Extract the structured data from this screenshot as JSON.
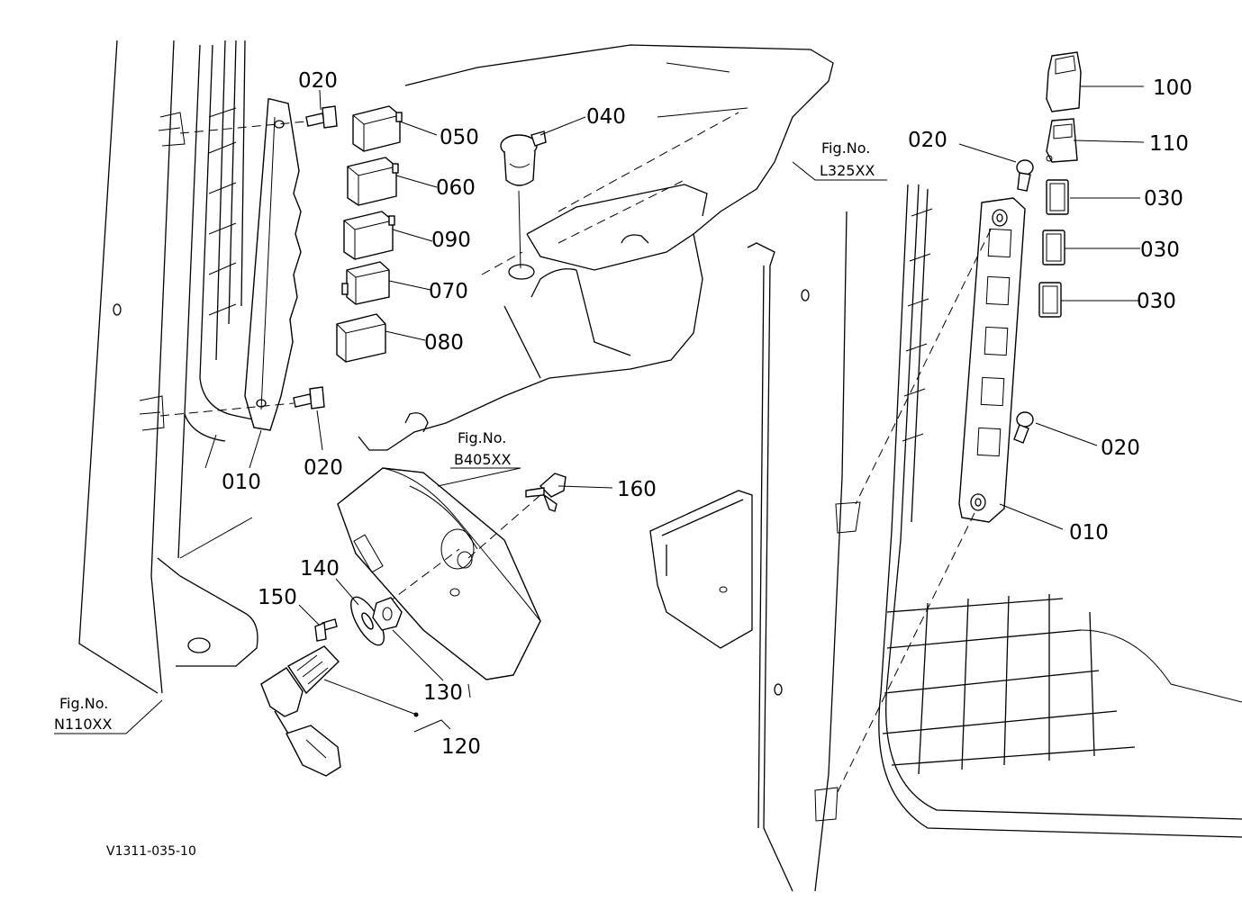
{
  "callouts": {
    "c020_top": "020",
    "c050": "050",
    "c040": "040",
    "c060": "060",
    "c090": "090",
    "c070": "070",
    "c080": "080",
    "c010_left": "010",
    "c020_left": "020",
    "c160": "160",
    "c140": "140",
    "c150": "150",
    "c130": "130",
    "c120": "120",
    "c100": "100",
    "c110": "110",
    "c020_right": "020",
    "c030_a": "030",
    "c030_b": "030",
    "c030_c": "030",
    "c020_right_low": "020",
    "c010_right": "010"
  },
  "figrefs": {
    "l325": {
      "label": "Fig.No.",
      "code": "L325XX"
    },
    "b405": {
      "label": "Fig.No.",
      "code": "B405XX"
    },
    "n110": {
      "label": "Fig.No.",
      "code": "N110XX"
    }
  },
  "drawing_id": "V1311-035-10"
}
